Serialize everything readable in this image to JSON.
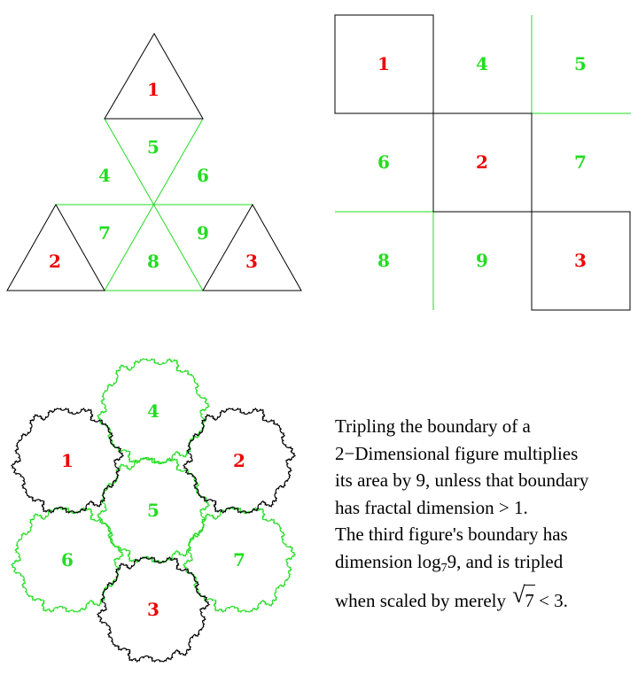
{
  "colors": {
    "label_red": "#ee0000",
    "label_green": "#22dd22",
    "outline_black": "#000000",
    "outline_green": "#22dd22"
  },
  "triangle_figure": {
    "labels": [
      "1",
      "2",
      "3",
      "4",
      "5",
      "6",
      "7",
      "8",
      "9"
    ]
  },
  "square_figure": {
    "labels": [
      "1",
      "4",
      "5",
      "6",
      "2",
      "7",
      "8",
      "9",
      "3"
    ]
  },
  "fractal_figure": {
    "labels": [
      "1",
      "2",
      "3",
      "4",
      "5",
      "6",
      "7"
    ]
  },
  "caption": {
    "line1": "Tripling the boundary of a",
    "line2": "2−Dimensional figure multiplies",
    "line3": "its area by 9, unless that boundary",
    "line4": "has fractal dimension > 1.",
    "line5": "The third figure's boundary has",
    "line6_prefix": "dimension log",
    "line6_base": "7",
    "line6_suffix": "9, and is tripled",
    "line7_prefix": "when scaled by merely ",
    "line7_radical": "√",
    "line7_radicand": "7",
    "line7_suffix": " < 3."
  }
}
